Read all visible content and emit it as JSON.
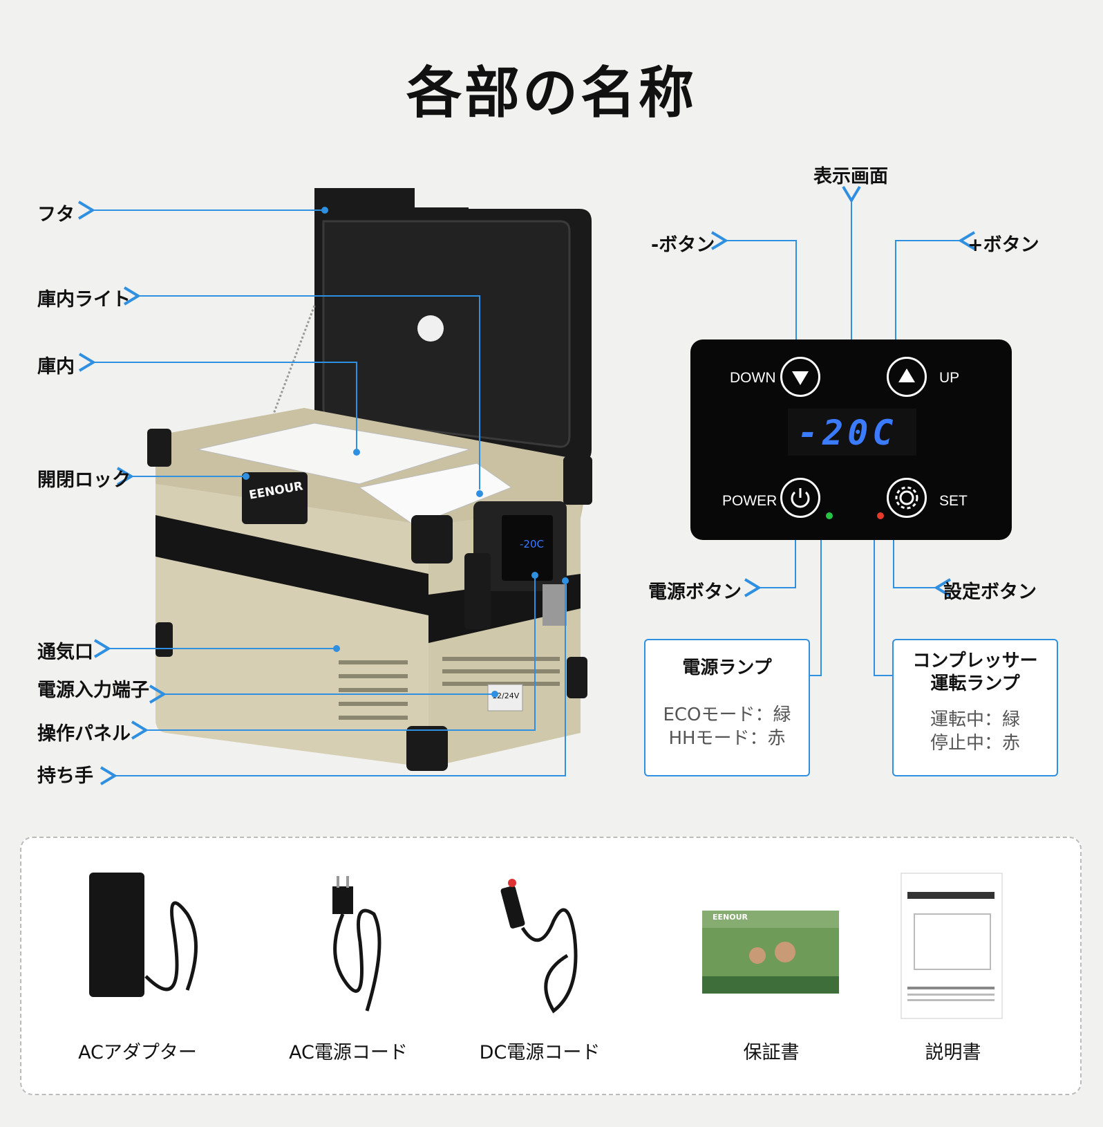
{
  "title": "各部の名称",
  "left_labels": {
    "lid": "フタ",
    "light": "庫内ライト",
    "interior": "庫内",
    "lock": "開閉ロック",
    "vent": "通気口",
    "power_input": "電源入力端子",
    "control_panel": "操作パネル",
    "handle": "持ち手"
  },
  "fridge": {
    "brand": "EENOUR",
    "port_label": "12/24V",
    "mini_display": "-20C"
  },
  "panel_labels": {
    "display": "表示画面",
    "minus_button": "-ボタン",
    "plus_button": "+ボタン",
    "power_button": "電源ボタン",
    "set_button": "設定ボタン"
  },
  "control_panel": {
    "down": "DOWN",
    "up": "UP",
    "power": "POWER",
    "set": "SET",
    "display_value": "-20C",
    "power_led_color": "#25c244",
    "compressor_led_color": "#e53a2a"
  },
  "info_boxes": {
    "power_lamp": {
      "title": "電源ランプ",
      "line1": "ECOモード：緑",
      "line2": "HHモード：赤"
    },
    "compressor_lamp": {
      "title1": "コンプレッサー",
      "title2": "運転ランプ",
      "line1": "運転中：緑",
      "line2": "停止中：赤"
    }
  },
  "accessories": [
    "ACアダプター",
    "AC電源コード",
    "DC電源コード",
    "保証書",
    "説明書"
  ],
  "warranty_brand": "EENOUR",
  "accent_color": "#2f8fe0"
}
